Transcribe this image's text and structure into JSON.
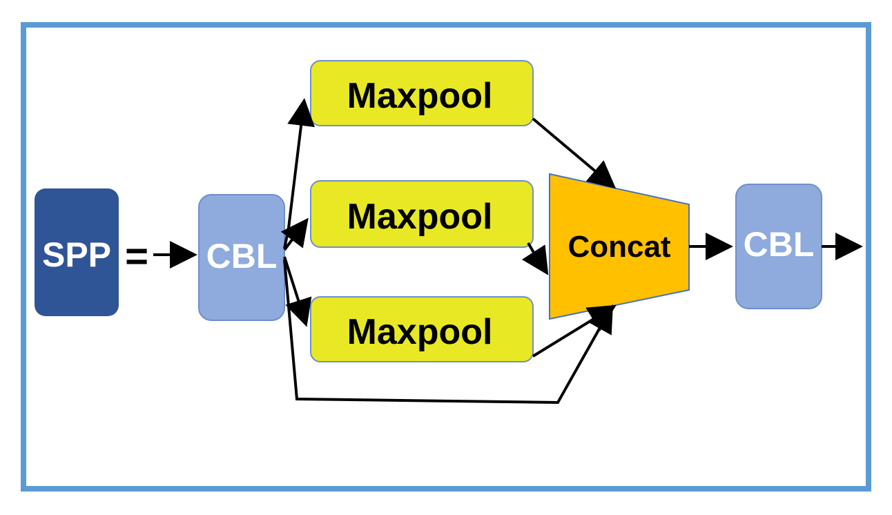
{
  "diagram": {
    "colors": {
      "frame": "#5b9bd5",
      "spp_fill": "#2f5597",
      "cbl_fill": "#8faadc",
      "cbl_stroke": "#6f8fc8",
      "maxpool_fill": "#e8e824",
      "maxpool_stroke": "#6f8fc8",
      "concat_fill": "#ffc000",
      "concat_stroke": "#4472c4",
      "arrow": "#000000",
      "light_text": "#ffffff",
      "dark_text": "#000000"
    },
    "nodes": {
      "spp": {
        "label": "SPP",
        "icon": "none"
      },
      "cbl_in": {
        "label": "CBL"
      },
      "maxpool_1": {
        "label": "Maxpool"
      },
      "maxpool_2": {
        "label": "Maxpool"
      },
      "maxpool_3": {
        "label": "Maxpool"
      },
      "concat": {
        "label": "Concat"
      },
      "cbl_out": {
        "label": "CBL"
      }
    },
    "equals_sign": "="
  }
}
